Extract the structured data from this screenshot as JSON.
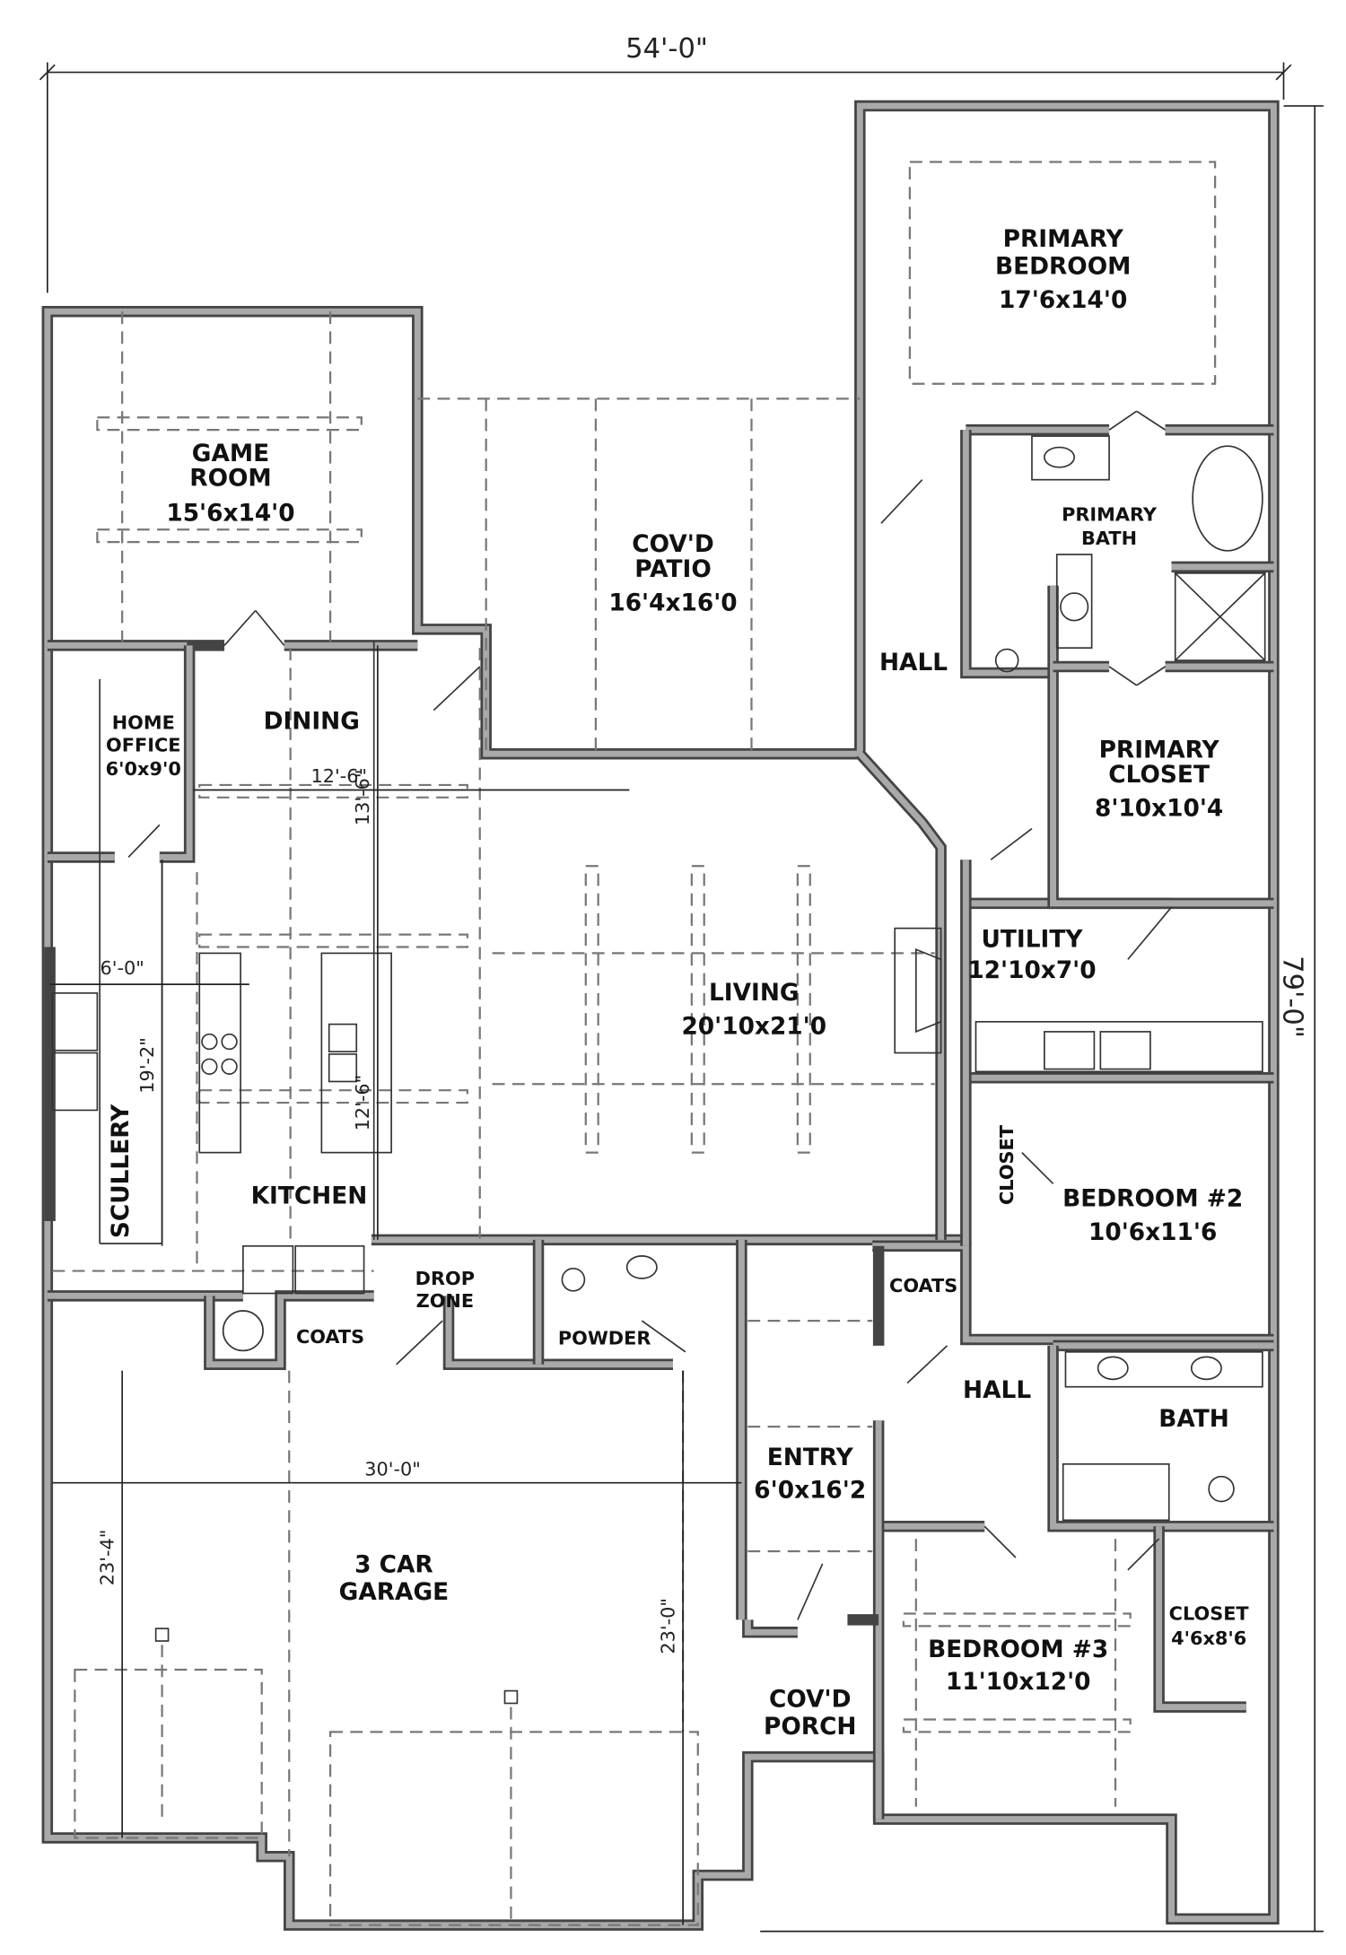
{
  "dimensions": {
    "overall_width": "54'-0\"",
    "overall_depth": "79'-0\"",
    "dining_width": "12'-6\"",
    "dining_depth": "13'-6\"",
    "scullery_width": "6'-0\"",
    "scullery_length": "19'-2\"",
    "island_length": "12'-6\"",
    "garage_width": "30'-0\"",
    "garage_depth_left": "23'-4\"",
    "garage_depth_right": "23'-0\""
  },
  "rooms": {
    "game_room": {
      "name1": "GAME",
      "name2": "ROOM",
      "size": "15'6x14'0"
    },
    "home_office": {
      "name1": "HOME",
      "name2": "OFFICE",
      "size": "6'0x9'0"
    },
    "dining": {
      "name": "DINING"
    },
    "kitchen": {
      "name": "KITCHEN"
    },
    "scullery": {
      "name": "SCULLERY"
    },
    "covd_patio": {
      "name1": "COV'D",
      "name2": "PATIO",
      "size": "16'4x16'0"
    },
    "living": {
      "name": "LIVING",
      "size": "20'10x21'0"
    },
    "primary_bedroom": {
      "name1": "PRIMARY",
      "name2": "BEDROOM",
      "size": "17'6x14'0"
    },
    "primary_bath": {
      "name1": "PRIMARY",
      "name2": "BATH"
    },
    "primary_closet": {
      "name1": "PRIMARY",
      "name2": "CLOSET",
      "size": "8'10x10'4"
    },
    "hall_upper": {
      "name": "HALL"
    },
    "utility": {
      "name": "UTILITY",
      "size": "12'10x7'0"
    },
    "bed2_closet": {
      "name": "CLOSET"
    },
    "bedroom2": {
      "name": "BEDROOM #2",
      "size": "10'6x11'6"
    },
    "coats_right": {
      "name": "COATS"
    },
    "coats_left": {
      "name": "COATS"
    },
    "drop_zone": {
      "name1": "DROP",
      "name2": "ZONE"
    },
    "powder": {
      "name": "POWDER"
    },
    "hall_lower": {
      "name": "HALL"
    },
    "bath": {
      "name": "BATH"
    },
    "entry": {
      "name": "ENTRY",
      "size": "6'0x16'2"
    },
    "garage": {
      "name1": "3 CAR",
      "name2": "GARAGE"
    },
    "covd_porch": {
      "name1": "COV'D",
      "name2": "PORCH"
    },
    "bedroom3": {
      "name": "BEDROOM #3",
      "size": "11'10x12'0"
    },
    "bed3_closet": {
      "name": "CLOSET",
      "size": "4'6x8'6"
    }
  }
}
